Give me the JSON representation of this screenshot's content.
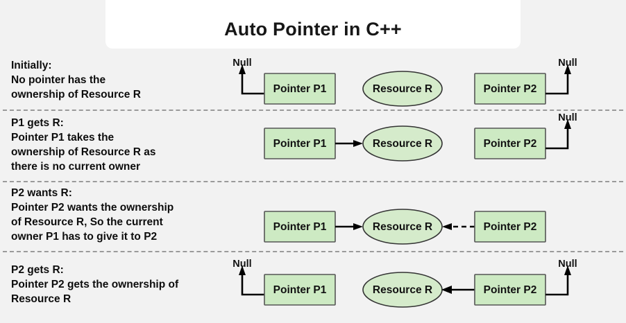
{
  "title": {
    "text": "Auto Pointer in C++"
  },
  "colors": {
    "background": "#f2f2f2",
    "banner": "#ffffff",
    "box_fill": "#cdeac3",
    "box_stroke": "#555555",
    "ellipse_fill": "#d5ebcb",
    "ellipse_stroke": "#333333",
    "arrow": "#000000",
    "separator": "#9a9a9a",
    "text": "#111111"
  },
  "labels": {
    "pointer_p1": "Pointer P1",
    "pointer_p2": "Pointer P2",
    "resource_r": "Resource R",
    "null": "Null"
  },
  "rows": [
    {
      "id": "initially",
      "heading": "Initially:",
      "body": "No pointer has the\nownership of Resource R",
      "p1_label": "Pointer P1",
      "p2_label": "Pointer P2",
      "resource_label": "Resource R",
      "p1_null_label": "Null",
      "p2_null_label": "Null",
      "p1_state": "null",
      "p2_state": "null",
      "p1_arrow": "left-up-to-null",
      "p2_arrow": "right-up-to-null"
    },
    {
      "id": "p1-gets-r",
      "heading": "P1 gets R:",
      "body": "Pointer P1 takes the\nownership of Resource R as\nthere is no current owner",
      "p1_label": "Pointer P1",
      "p2_label": "Pointer P2",
      "resource_label": "Resource R",
      "p2_null_label": "Null",
      "p1_state": "owns-resource",
      "p2_state": "null",
      "p1_arrow": "solid-right-to-resource",
      "p2_arrow": "right-up-to-null"
    },
    {
      "id": "p2-wants-r",
      "heading": "P2 wants R:",
      "body": "Pointer P2 wants the ownership\nof Resource R, So the current\nowner P1 has to give it to P2",
      "p1_label": "Pointer P1",
      "p2_label": "Pointer P2",
      "resource_label": "Resource R",
      "p1_state": "owns-resource",
      "p2_state": "requesting-resource",
      "p1_arrow": "solid-right-to-resource",
      "p2_arrow": "dashed-left-to-resource"
    },
    {
      "id": "p2-gets-r",
      "heading": "P2 gets R:",
      "body": "Pointer P2 gets the ownership of\nResource R",
      "p1_label": "Pointer P1",
      "p2_label": "Pointer P2",
      "resource_label": "Resource R",
      "p1_null_label": "Null",
      "p2_null_label": "Null",
      "p1_state": "null",
      "p2_state": "owns-resource",
      "p1_arrow": "left-up-to-null",
      "p2_arrow": "solid-left-to-resource-and-null"
    }
  ]
}
